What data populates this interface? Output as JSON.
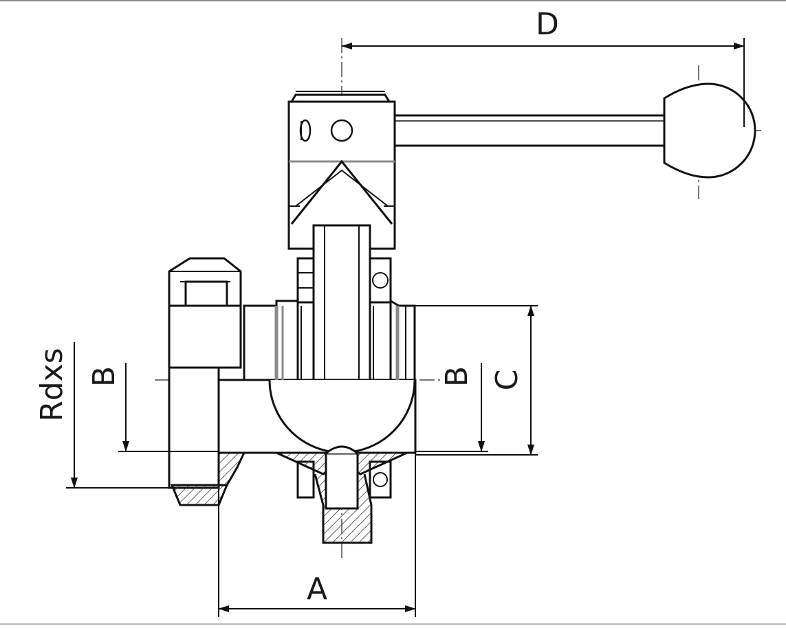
{
  "drawing": {
    "dimension_labels": {
      "a": "A",
      "b": "B",
      "c": "C",
      "d": "D",
      "rdxs": "Rdxs"
    }
  }
}
